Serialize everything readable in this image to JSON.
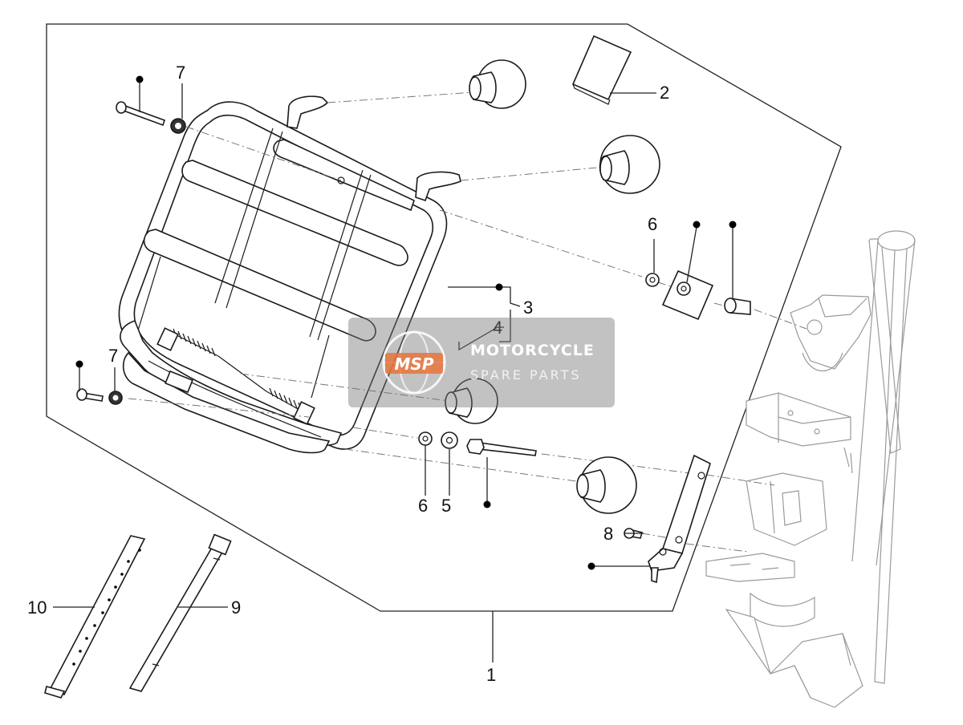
{
  "callouts": [
    {
      "id": "1",
      "label": "1"
    },
    {
      "id": "2",
      "label": "2"
    },
    {
      "id": "3",
      "label": "3"
    },
    {
      "id": "4",
      "label": "4"
    },
    {
      "id": "5",
      "label": "5"
    },
    {
      "id": "6a",
      "label": "6"
    },
    {
      "id": "6b",
      "label": "6"
    },
    {
      "id": "7a",
      "label": "7"
    },
    {
      "id": "7b",
      "label": "7"
    },
    {
      "id": "8",
      "label": "8"
    },
    {
      "id": "9",
      "label": "9"
    },
    {
      "id": "10",
      "label": "10"
    }
  ],
  "watermark": {
    "logo_text": "MSP",
    "title": "MOTORCYCLE",
    "subtitle": "SPARE PARTS"
  }
}
